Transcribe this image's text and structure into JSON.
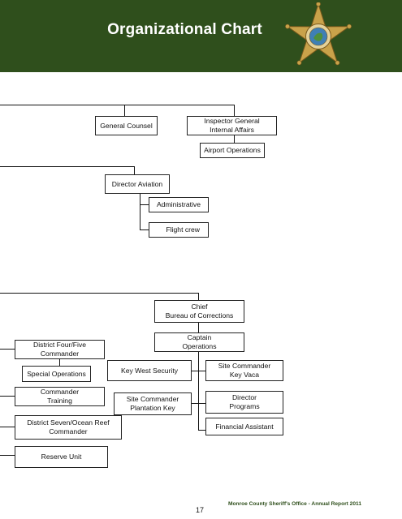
{
  "header": {
    "title": "Organizational Chart",
    "bg_color": "#2f4f1c",
    "badge_icon": "sheriff-star-badge-icon"
  },
  "nodes": {
    "general_counsel": "General Counsel",
    "inspector_general": "Inspector General\nInternal Affairs",
    "airport_operations": "Airport Operations",
    "director_aviation": "Director Aviation",
    "administrative": "Administrative",
    "flight_crew": "Flight crew",
    "chief_corrections": "Chief\nBureau of Corrections",
    "captain_operations": "Captain\nOperations",
    "district_four_five": "District Four/Five\nCommander",
    "special_operations": "Special Operations",
    "key_west_security": "Key West Security",
    "site_commander_key_vaca": "Site Commander\nKey Vaca",
    "commander_training": "Commander\nTraining",
    "site_commander_plantation_key": "Site Commander\nPlantation Key",
    "director_programs": "Director\nPrograms",
    "district_seven": "District Seven/Ocean Reef\nCommander",
    "financial_assistant": "Financial Assistant",
    "reserve_unit": "Reserve Unit"
  },
  "footer": {
    "page_number": "17",
    "report_title": "Monroe County Sheriff's Office - Annual Report 2011"
  }
}
